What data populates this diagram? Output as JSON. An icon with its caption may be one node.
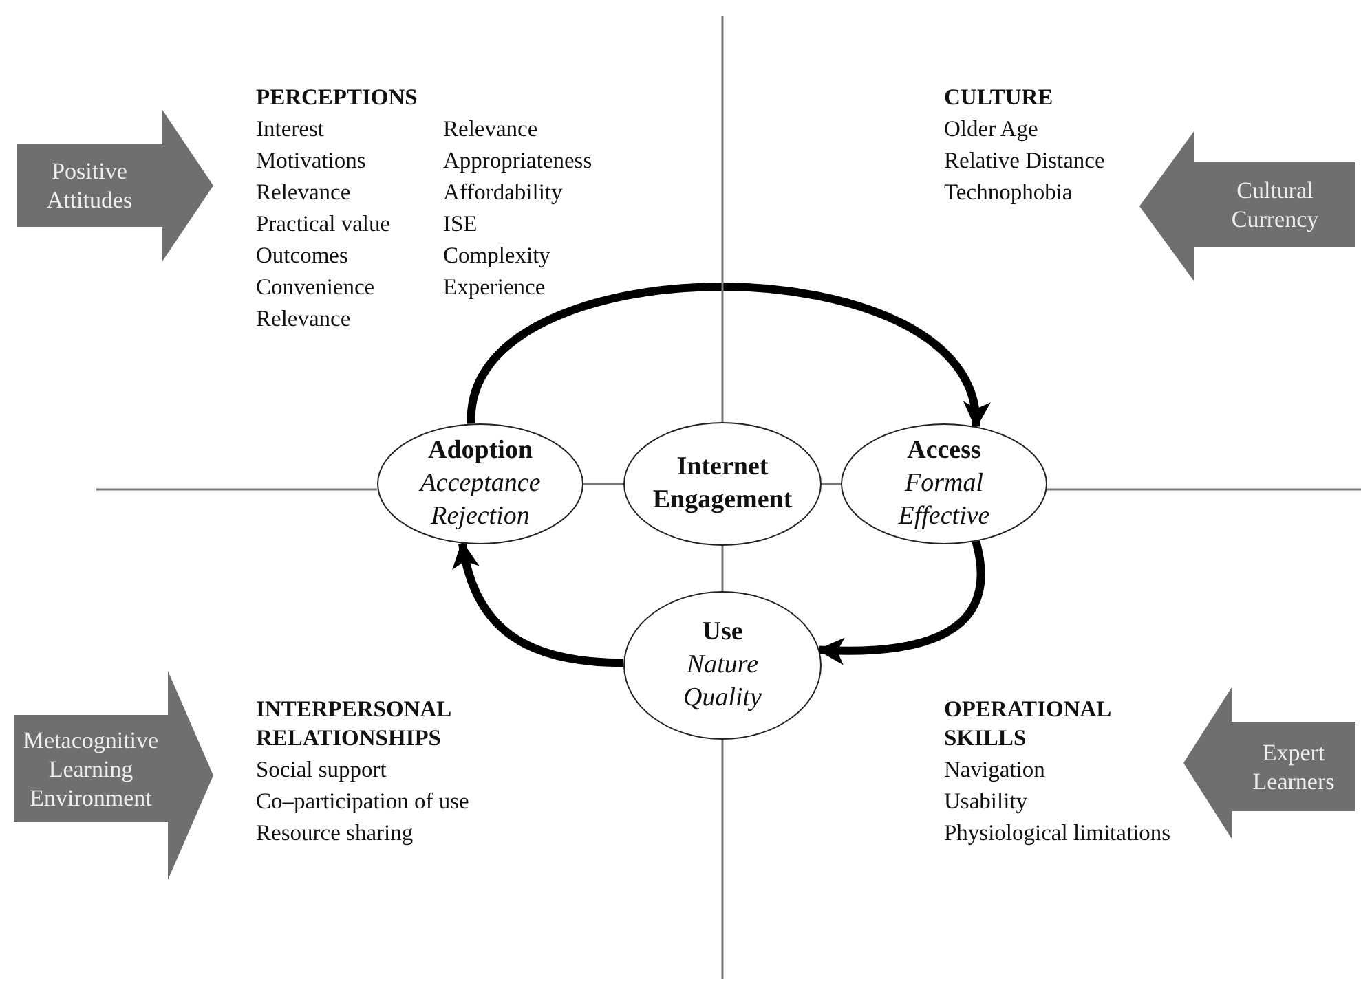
{
  "diagram": {
    "nodes": [
      {
        "text": [
          "Adoption",
          "Acceptance",
          "Rejection"
        ]
      },
      {
        "text": [
          "Internet Engagement"
        ]
      },
      {
        "text": [
          "Access",
          "Formal",
          "Effective"
        ]
      },
      {
        "text": [
          "Use",
          "Nature",
          "Quality"
        ]
      },
      {
        "text": [
          "Positive Attitudes"
        ]
      },
      {
        "text": [
          "Cultural Currency"
        ]
      },
      {
        "text": [
          "Metacognitive Learning Environment"
        ]
      },
      {
        "text": [
          "Expert Learners"
        ]
      }
    ],
    "edges": [
      {
        "from": 0,
        "to": 2,
        "arrow": "to",
        "style": "thick"
      },
      {
        "from": 2,
        "to": 3,
        "arrow": "to",
        "style": "thick"
      },
      {
        "from": 3,
        "to": 0,
        "arrow": "to",
        "style": "thick"
      },
      {
        "from": 0,
        "to": 1,
        "arrow": "none",
        "color": "#777777"
      },
      {
        "from": 1,
        "to": 2,
        "arrow": "none",
        "color": "#777777"
      },
      {
        "from": 1,
        "to": 3,
        "arrow": "none",
        "color": "#777777"
      }
    ],
    "labels": [
      "PERCEPTIONS",
      "Interest",
      "Relevance",
      "Motivations",
      "Appropriateness",
      "Relevance",
      "Affordability",
      "Practical value",
      "ISE",
      "Outcomes",
      "Complexity",
      "Convenience",
      "Experience",
      "Relevance",
      "CULTURE",
      "Older Age",
      "Relative Distance",
      "Technophobia",
      "INTERPERSONAL RELATIONSHIPS",
      "Social support",
      "Co–participation of use",
      "Resource sharing",
      "OPERATIONAL SKILLS",
      "Navigation",
      "Usability",
      "Physiological limitations"
    ]
  }
}
